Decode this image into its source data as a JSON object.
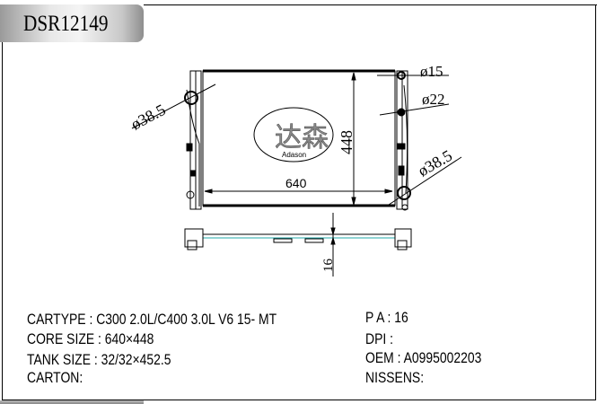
{
  "header": {
    "code": "DSR12149"
  },
  "drawing": {
    "logo_cn": "达森",
    "logo_en": "Adason",
    "dim_width": "640",
    "dim_height": "448",
    "dim_thickness": "16",
    "dia_left_inlet": "ø38.5",
    "dia_right_outlet": "ø38.5",
    "dia_top": "ø15",
    "dia_mid": "ø22"
  },
  "specs": {
    "cartype": "CARTYPE : C300 2.0L/C400 3.0L V6 15- MT",
    "core_size": "CORE SIZE : 640×448",
    "tank_size": "TANK SIZE : 32/32×452.5",
    "carton": "CARTON:",
    "pa": "P A : 16",
    "dpi": "DPI :",
    "oem": "OEM : A0995002203",
    "nissens": "NISSENS:"
  }
}
